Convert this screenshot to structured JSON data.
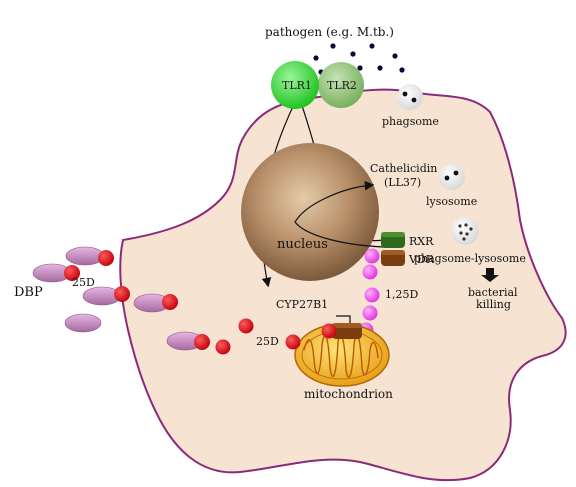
{
  "labels": {
    "pathogen": "pathogen (e.g. M.tb.)",
    "tlr1": "TLR1",
    "tlr2": "TLR2",
    "phagosome": "phagsome",
    "cathelicidin_line1": "Cathelicidin",
    "cathelicidin_line2": "(LL37)",
    "lysosome": "lysosome",
    "nucleus": "nucleus",
    "rxr": "RXR",
    "vdr": "VDR",
    "phagosome_lysosome": "phagsome-lysosome",
    "bacterial_line1": "bacterial",
    "bacterial_line2": "killing",
    "calcitriol": "1,25D",
    "cyp27b1": "CYP27B1",
    "dbp": "DBP",
    "outer_25d": "25D",
    "inner_25d": "25D",
    "mitochondrion": "mitochondrion"
  },
  "colors": {
    "cell_fill": "#f6e3d1",
    "cell_outline": "#8b2a7a",
    "tlr1": "#3fdc3f",
    "tlr2": "#8fc47a",
    "nucleus": "#b8906a",
    "rxr": "#2d6a1f",
    "vdr": "#7a3d10",
    "dbp": "#c58cc0",
    "vitamin_d": "#d0101a",
    "calcitriol": "#ee55ee",
    "mitochondrion": "#e8b020"
  }
}
